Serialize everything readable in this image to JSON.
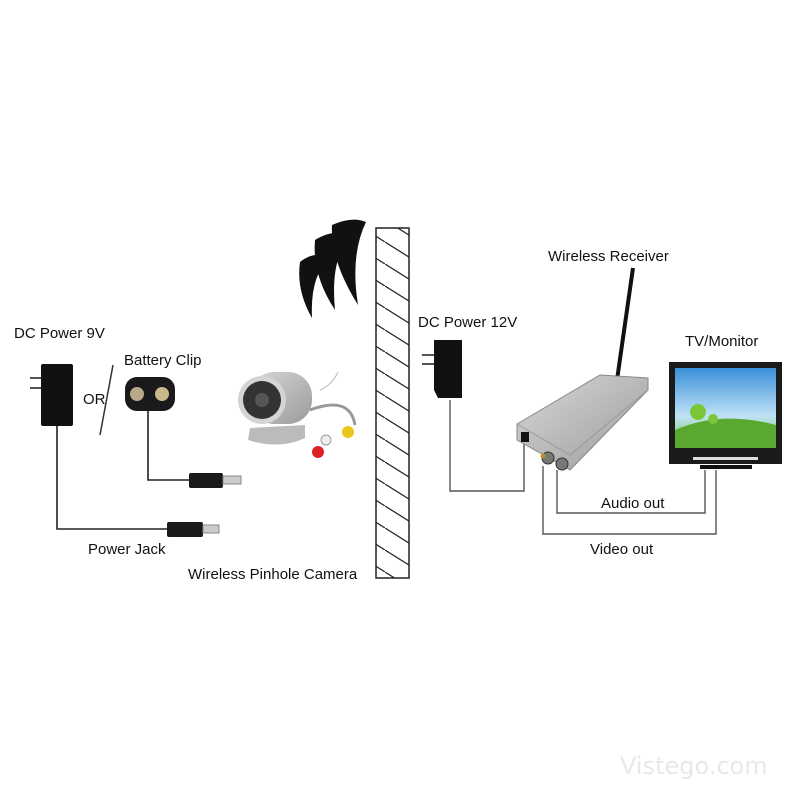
{
  "labels": {
    "dc_power_9v": "DC Power 9V",
    "battery_clip": "Battery Clip",
    "or": "OR",
    "power_jack": "Power Jack",
    "camera": "Wireless Pinhole Camera",
    "dc_power_12v": "DC Power 12V",
    "receiver": "Wireless Receiver",
    "tv_monitor": "TV/Monitor",
    "audio_out": "Audio out",
    "video_out": "Video out"
  },
  "watermark": "Vistego.com"
}
